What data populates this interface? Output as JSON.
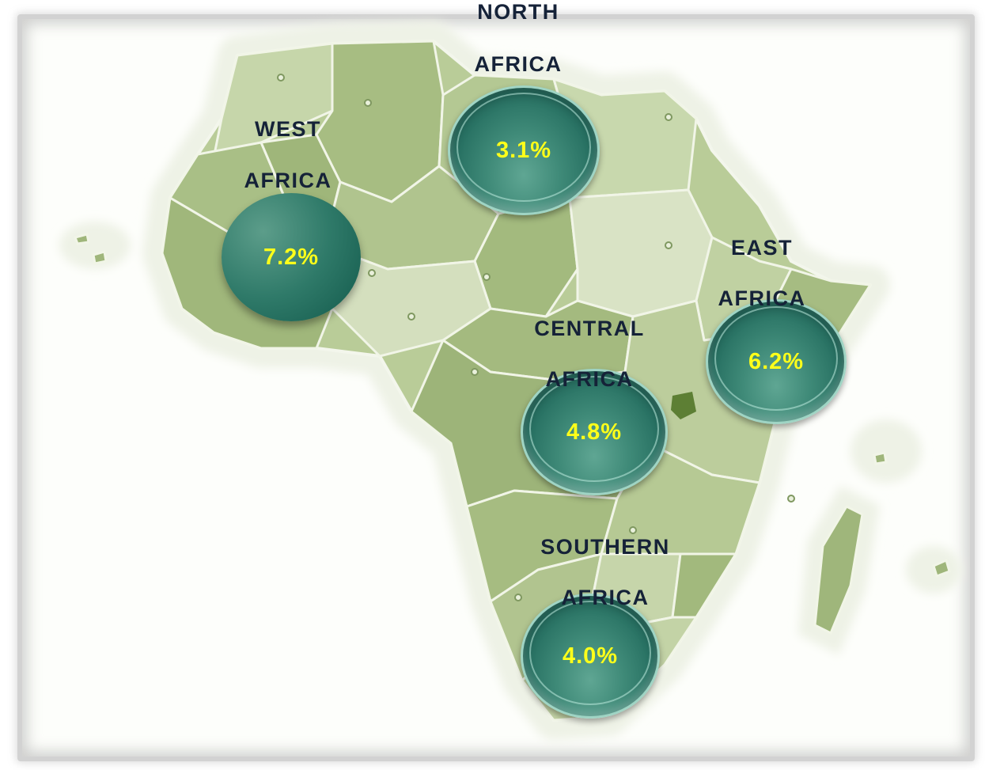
{
  "colors": {
    "land": "#a9bf86",
    "land_light": "#c8d7ad",
    "land_pale": "#dfe8cc",
    "border": "#eef3e3",
    "halo": "#f2f5ec",
    "label_text": "#152238",
    "value_text": "#ffff1a",
    "bubble_teal": "#2f7a69"
  },
  "regions": [
    {
      "id": "north",
      "name_line1": "NORTH",
      "name_line2": "AFRICA",
      "value": "3.1%"
    },
    {
      "id": "west",
      "name_line1": "WEST",
      "name_line2": "AFRICA",
      "value": "7.2%"
    },
    {
      "id": "east",
      "name_line1": "EAST",
      "name_line2": "AFRICA",
      "value": "6.2%"
    },
    {
      "id": "central",
      "name_line1": "CENTRAL",
      "name_line2": "AFRICA",
      "value": "4.8%"
    },
    {
      "id": "southern",
      "name_line1": "SOUTHERN",
      "name_line2": "AFRICA",
      "value": "4.0%"
    }
  ]
}
